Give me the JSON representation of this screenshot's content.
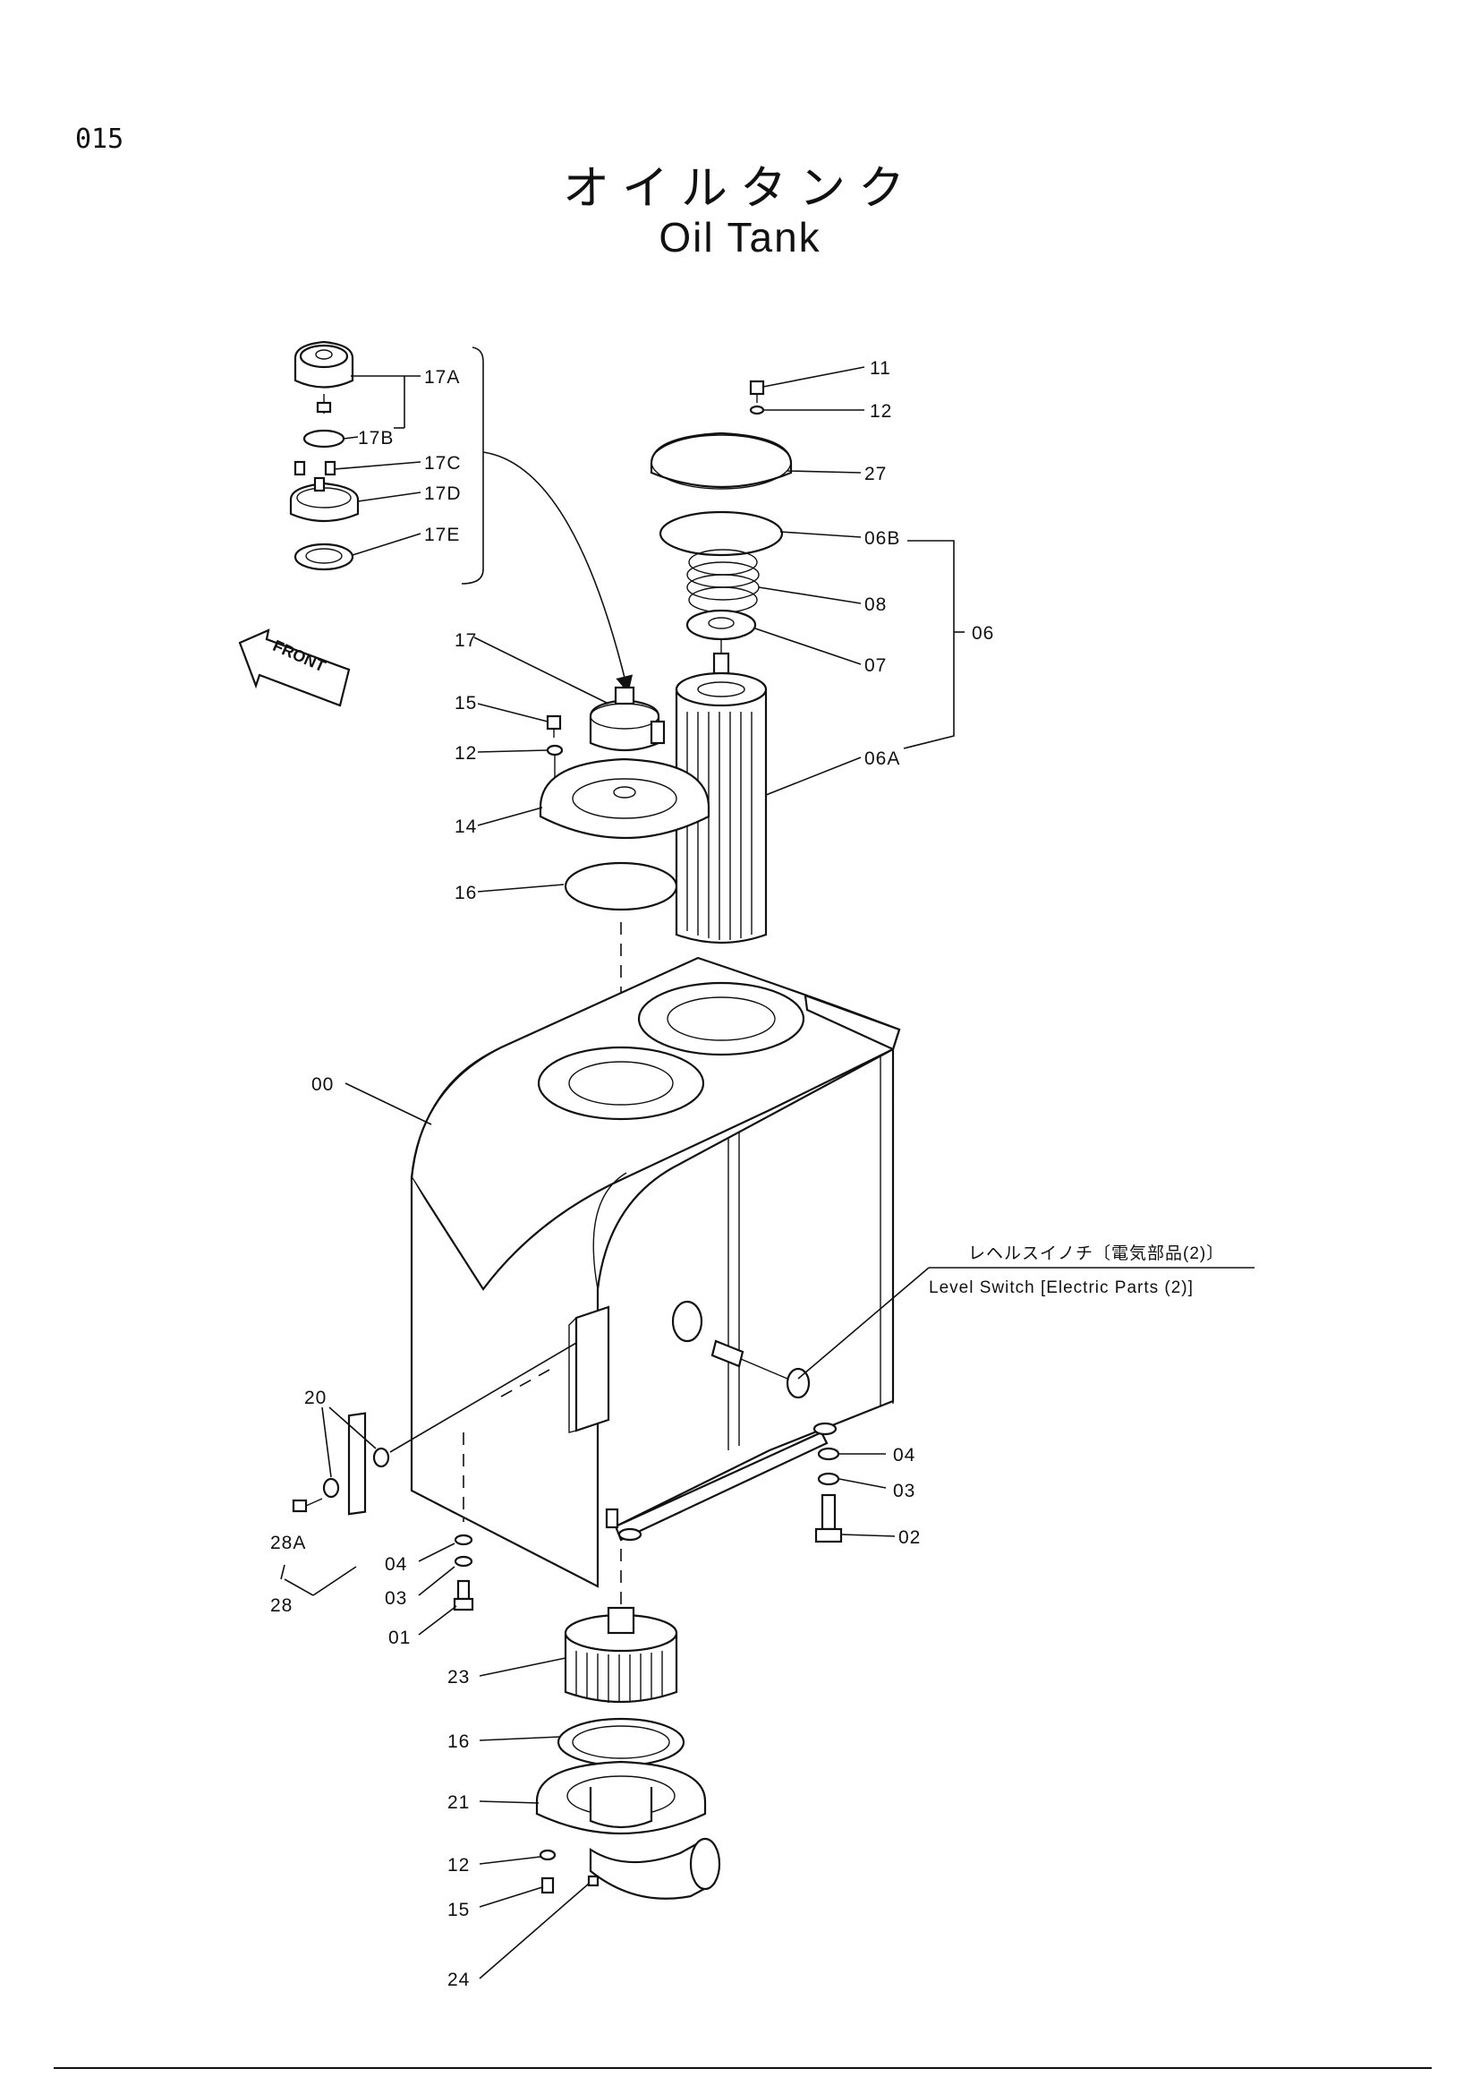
{
  "page": {
    "number": "015"
  },
  "title": {
    "japanese": "オイルタンク",
    "english": "Oil Tank"
  },
  "front_arrow": {
    "label": "FRONT"
  },
  "note": {
    "japanese": "レヘルスイノチ〔電気部品(2)〕",
    "english": "Level Switch [Electric Parts (2)]"
  },
  "callouts": {
    "c17A": "17A",
    "c17B": "17B",
    "c17C": "17C",
    "c17D": "17D",
    "c17E": "17E",
    "c11": "11",
    "c12a": "12",
    "c27": "27",
    "c06B": "06B",
    "c08": "08",
    "c07": "07",
    "c06": "06",
    "c06A": "06A",
    "c17": "17",
    "c15a": "15",
    "c12b": "12",
    "c14": "14",
    "c16a": "16",
    "c00": "00",
    "c20": "20",
    "c28A": "28A",
    "c28": "28",
    "c04a": "04",
    "c03a": "03",
    "c01": "01",
    "c04b": "04",
    "c03b": "03",
    "c02": "02",
    "c23": "23",
    "c16b": "16",
    "c21": "21",
    "c12c": "12",
    "c15b": "15",
    "c24": "24"
  }
}
